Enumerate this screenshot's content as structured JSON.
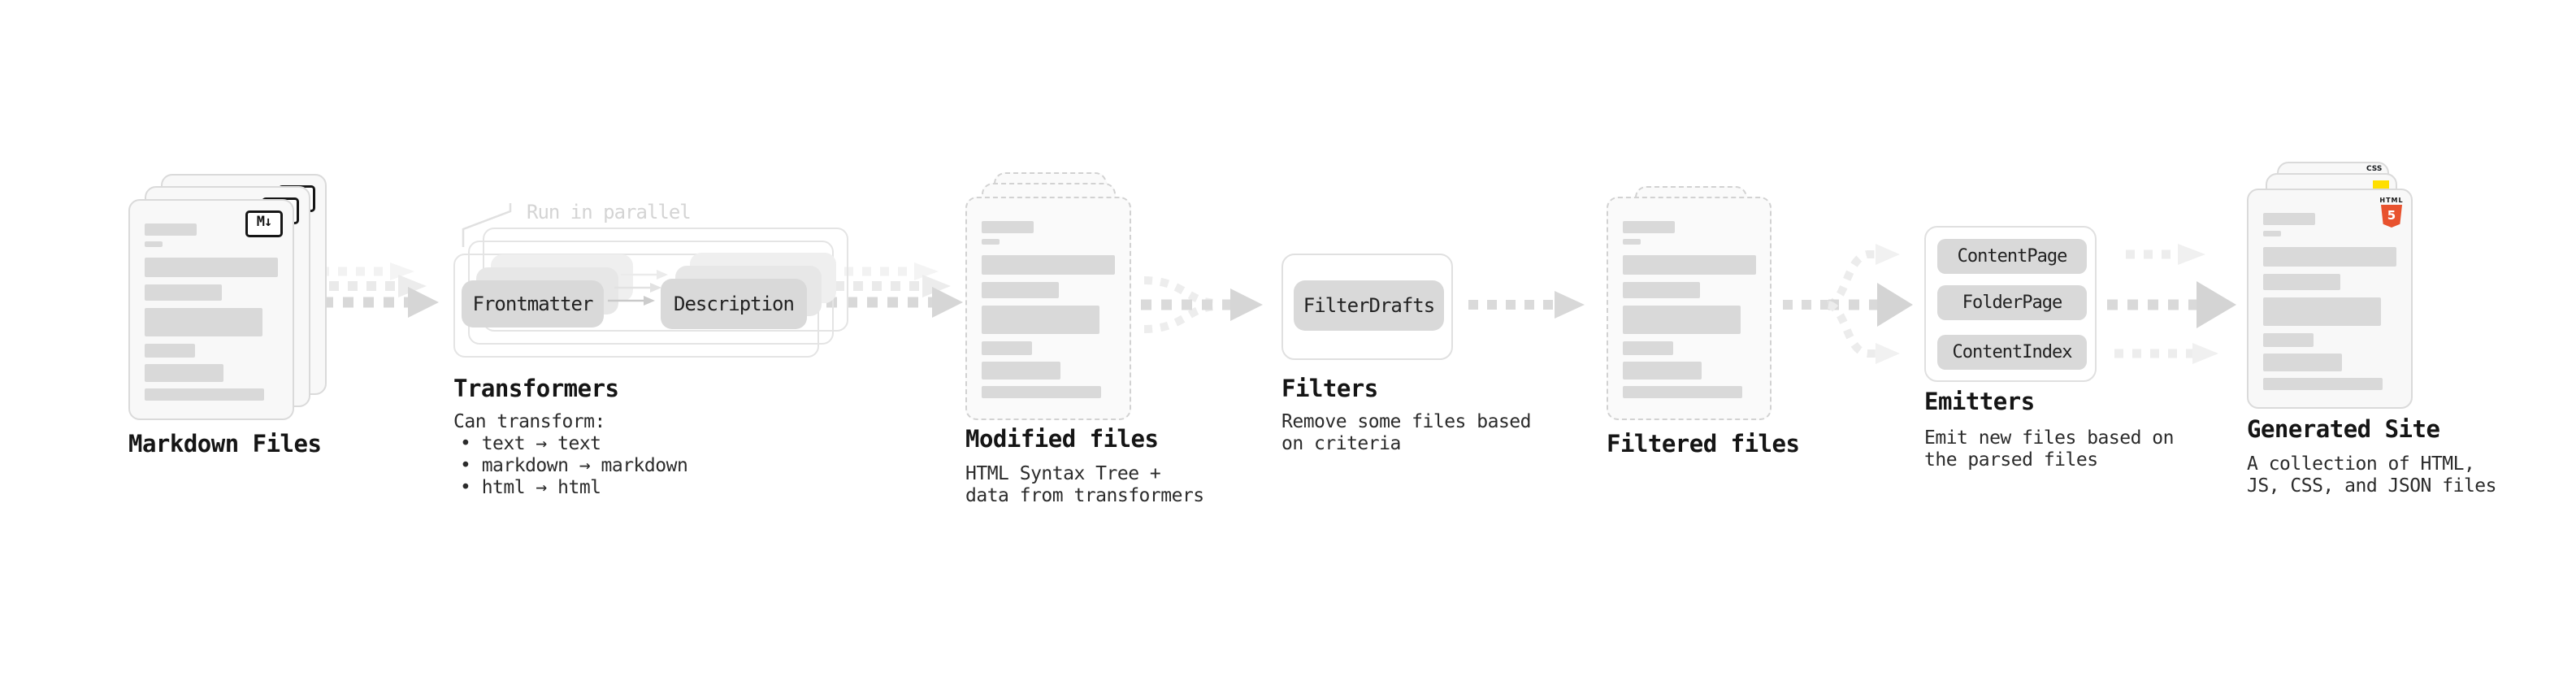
{
  "stages": {
    "markdown": {
      "title": "Markdown Files",
      "badge": "M↓"
    },
    "transformers": {
      "title": "Transformers",
      "note": "Run in parallel",
      "input_pill": "Frontmatter",
      "output_pill": "Description",
      "heading": "Can transform:",
      "bullets": "• text → text\n• markdown → markdown\n• html → html"
    },
    "modified": {
      "title": "Modified files",
      "subtitle": "HTML Syntax Tree +\ndata from transformers"
    },
    "filters": {
      "title": "Filters",
      "pill": "FilterDrafts",
      "subtitle": "Remove some files based\non criteria"
    },
    "filtered": {
      "title": "Filtered files"
    },
    "emitters": {
      "title": "Emitters",
      "pills": [
        "ContentPage",
        "FolderPage",
        "ContentIndex"
      ],
      "subtitle": "Emit new files based on\nthe parsed files"
    },
    "generated": {
      "title": "Generated Site",
      "subtitle": "A collection of HTML,\nJS, CSS, and JSON files",
      "html5_label": "HTML",
      "html5_number": "5",
      "css_label": "CSS"
    }
  },
  "colors": {
    "html5_orange": "#e8522e",
    "js_yellow": "#ffdf00",
    "css_blue": "#2d53e5",
    "pill_gray": "#d9d9d9",
    "arrow_gray": "#d6d6d6",
    "arrow_ghost": "#ececec"
  }
}
